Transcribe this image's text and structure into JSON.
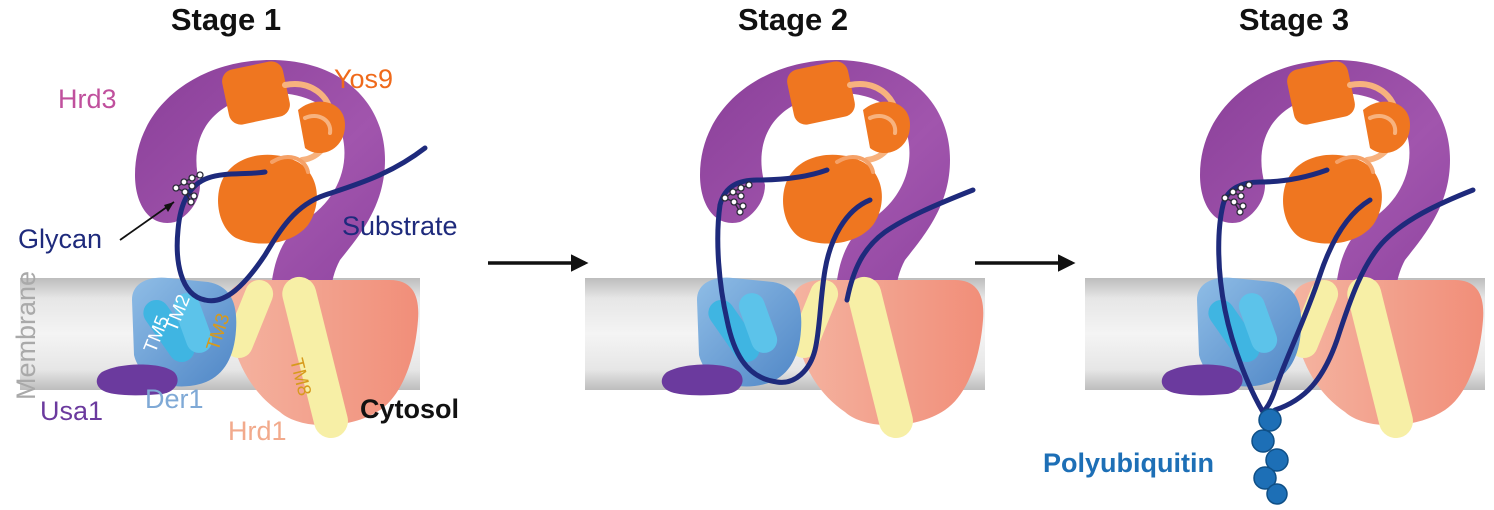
{
  "stages": [
    {
      "title": "Stage 1"
    },
    {
      "title": "Stage 2"
    },
    {
      "title": "Stage 3"
    }
  ],
  "labels": {
    "hrd3": "Hrd3",
    "yos9": "Yos9",
    "glycan": "Glycan",
    "substrate": "Substrate",
    "membrane": "Membrane",
    "usa1": "Usa1",
    "der1": "Der1",
    "hrd1": "Hrd1",
    "cytosol": "Cytosol",
    "tm2": "TM2",
    "tm5": "TM5",
    "tm3": "TM3",
    "tm8": "TM8",
    "polyubiquitin": "Polyubiquitin"
  },
  "colors": {
    "hrd3": "#9b4fa7",
    "yos9": "#ef7620",
    "yos9_light": "#f7b27e",
    "substrate": "#1e2a7c",
    "membrane": "#d6d6d6",
    "der1": "#6fa5da",
    "der1_tm": "#3fb5e2",
    "hrd1": "#f7a793",
    "hrd1_tm": "#f7efa6",
    "usa1": "#6b3a9e",
    "ubiquitin": "#1d6fb6",
    "hrd3_label": "#c0509d",
    "yos9_label": "#ef6a1b",
    "der1_label": "#7fa9d6",
    "hrd1_label": "#f2aa8c",
    "tm_label_yellow": "#d79a1c"
  },
  "icons": [
    "glycan-icon",
    "arrow-right-icon",
    "ubiquitin-bead-icon"
  ]
}
